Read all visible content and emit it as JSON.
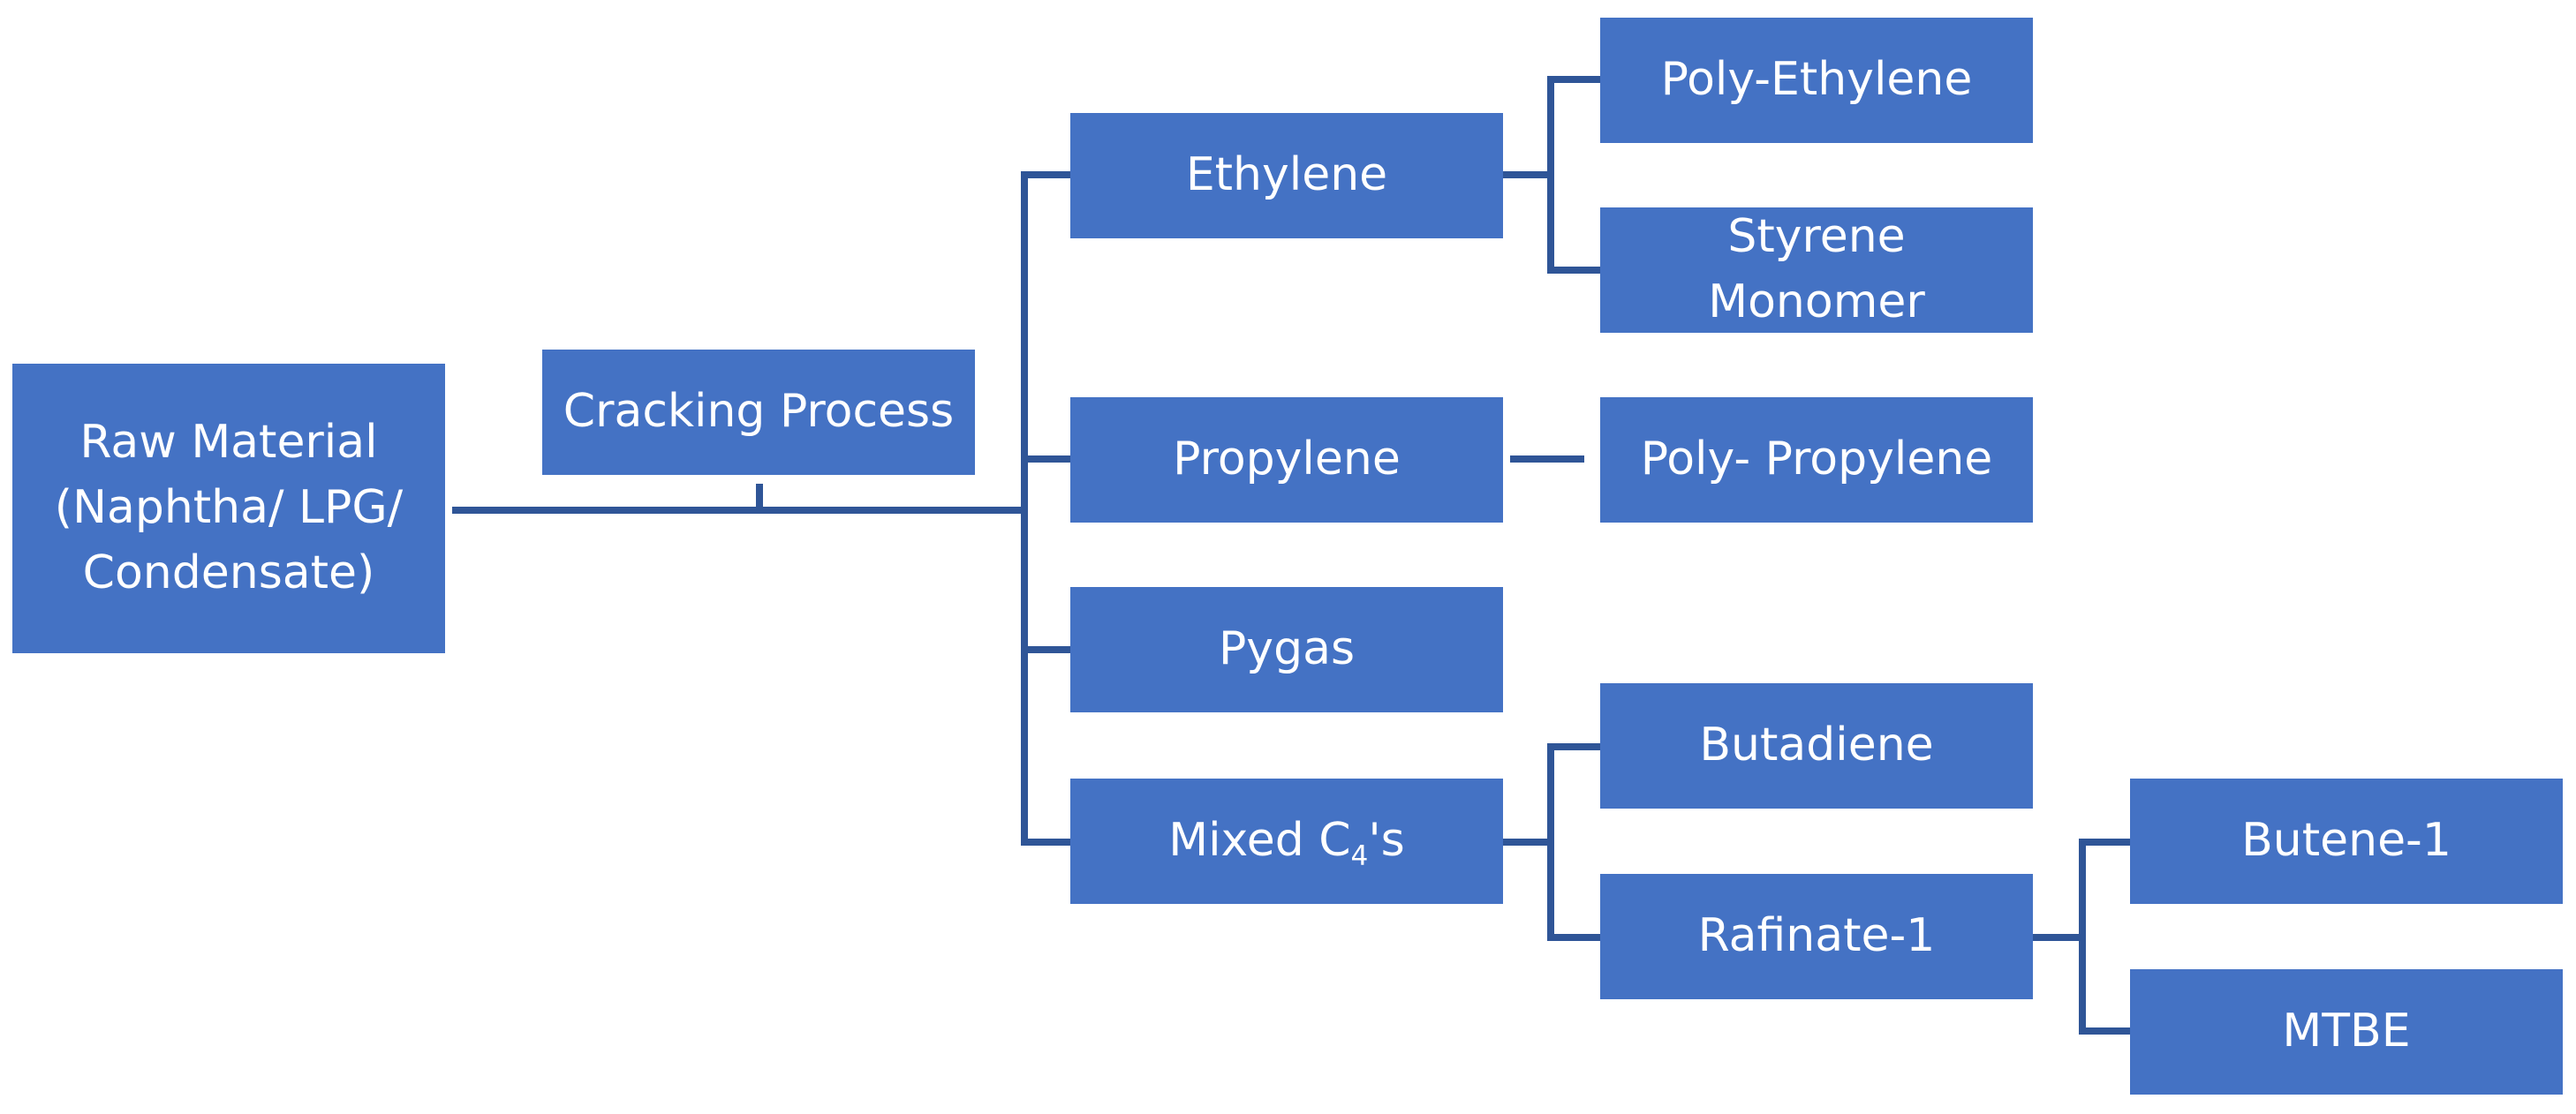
{
  "colors": {
    "node_fill": "#4472c4",
    "node_text": "#ffffff",
    "connector": "#2f5597"
  },
  "nodes": {
    "raw_material": {
      "lines": [
        "Raw Material",
        "(Naphtha/ LPG/",
        "Condensate)"
      ]
    },
    "cracking_process": {
      "label": "Cracking Process"
    },
    "ethylene": {
      "label": "Ethylene"
    },
    "propylene": {
      "label": "Propylene"
    },
    "pygas": {
      "label": "Pygas"
    },
    "mixed_c4": {
      "prefix": "Mixed C",
      "subscript": "4",
      "suffix": "'s"
    },
    "poly_ethylene": {
      "label": "Poly-Ethylene"
    },
    "styrene_monomer": {
      "lines": [
        "Styrene",
        "Monomer"
      ]
    },
    "poly_propylene": {
      "label": "Poly- Propylene"
    },
    "butadiene": {
      "label": "Butadiene"
    },
    "rafinate_1": {
      "label": "Rafinate-1"
    },
    "butene_1": {
      "label": "Butene-1"
    },
    "mtbe": {
      "label": "MTBE"
    }
  }
}
